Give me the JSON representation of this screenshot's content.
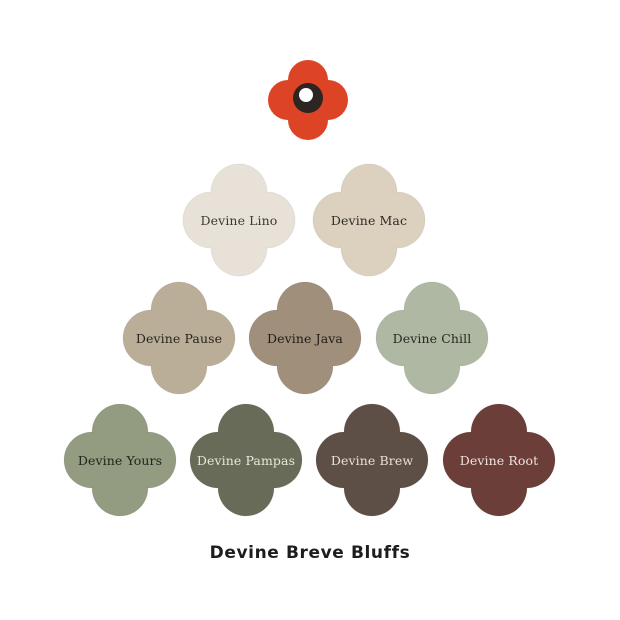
{
  "logo": {
    "icon": "quatrefoil-flower-icon",
    "petal_color": "#dd4425",
    "center_color": "#2c2521",
    "highlight_color": "#ffffff"
  },
  "collection_title": "Devine Breve Bluffs",
  "swatches": [
    {
      "name": "Devine Lino",
      "color": "#e7e1d8",
      "text_color": "#3c3934"
    },
    {
      "name": "Devine Mac",
      "color": "#dcd0be",
      "text_color": "#2f2b26"
    },
    {
      "name": "Devine Pause",
      "color": "#bbae98",
      "text_color": "#26231f"
    },
    {
      "name": "Devine Java",
      "color": "#9f8f7b",
      "text_color": "#1f1c19"
    },
    {
      "name": "Devine Chill",
      "color": "#afb8a2",
      "text_color": "#262a22"
    },
    {
      "name": "Devine Yours",
      "color": "#939b81",
      "text_color": "#1f231b"
    },
    {
      "name": "Devine Pampas",
      "color": "#676b57",
      "text_color": "#e9e6de"
    },
    {
      "name": "Devine Brew",
      "color": "#5d4f46",
      "text_color": "#e8e1da"
    },
    {
      "name": "Devine Root",
      "color": "#6b3e39",
      "text_color": "#f0e4e0"
    }
  ]
}
